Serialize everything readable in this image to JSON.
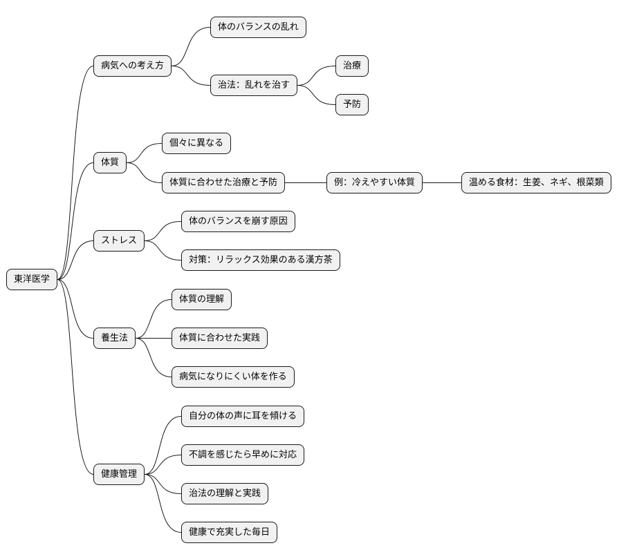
{
  "mindmap": {
    "root": {
      "label": "東洋医学",
      "children": [
        {
          "label": "病気への考え方",
          "children": [
            {
              "label": "体のバランスの乱れ"
            },
            {
              "label": "治法：乱れを治す",
              "children": [
                {
                  "label": "治療"
                },
                {
                  "label": "予防"
                }
              ]
            }
          ]
        },
        {
          "label": "体質",
          "children": [
            {
              "label": "個々に異なる"
            },
            {
              "label": "体質に合わせた治療と予防",
              "children": [
                {
                  "label": "例：冷えやすい体質",
                  "children": [
                    {
                      "label": "温める食材：生姜、ネギ、根菜類"
                    }
                  ]
                }
              ]
            }
          ]
        },
        {
          "label": "ストレス",
          "children": [
            {
              "label": "体のバランスを崩す原因"
            },
            {
              "label": "対策：リラックス効果のある漢方茶"
            }
          ]
        },
        {
          "label": "養生法",
          "children": [
            {
              "label": "体質の理解"
            },
            {
              "label": "体質に合わせた実践"
            },
            {
              "label": "病気になりにくい体を作る"
            }
          ]
        },
        {
          "label": "健康管理",
          "children": [
            {
              "label": "自分の体の声に耳を傾ける"
            },
            {
              "label": "不調を感じたら早めに対応"
            },
            {
              "label": "治法の理解と実践"
            },
            {
              "label": "健康で充実した毎日"
            }
          ]
        }
      ]
    }
  }
}
